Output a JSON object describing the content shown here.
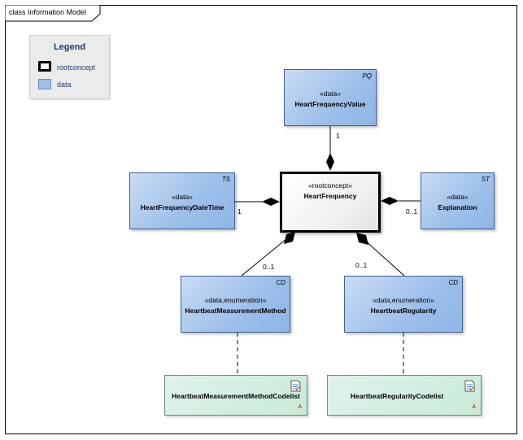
{
  "diagram": {
    "title": "class Information Model"
  },
  "legend": {
    "title": "Legend",
    "items": [
      {
        "label": "rootconcept",
        "style": "rootconcept"
      },
      {
        "label": "data",
        "style": "data"
      }
    ]
  },
  "classes": {
    "value": {
      "stereotype": "«data»",
      "name": "HeartFrequencyValue",
      "datatype": "PQ"
    },
    "datetime": {
      "stereotype": "«data»",
      "name": "HeartFrequencyDateTime",
      "datatype": "TS"
    },
    "root": {
      "stereotype": "«rootconcept»",
      "name": "HeartFrequency"
    },
    "explanation": {
      "stereotype": "«data»",
      "name": "Explanation",
      "datatype": "ST"
    },
    "method": {
      "stereotype": "«data,enumeration»",
      "name": "HeartbeatMeasurementMethod",
      "datatype": "CD"
    },
    "regularity": {
      "stereotype": "«data,enumeration»",
      "name": "HeartbeatRegularity",
      "datatype": "CD"
    }
  },
  "codelists": {
    "method": {
      "name": "HeartbeatMeasurementMethodCodelist",
      "flag": "A"
    },
    "regularity": {
      "name": "HeartbeatRegularityCodelist",
      "flag": "A"
    }
  },
  "multiplicities": {
    "value": "1",
    "datetime": "1",
    "explanation": "0..1",
    "method": "0..1",
    "regularity": "0..1"
  },
  "colors": {
    "data_fill": "#9cbfea",
    "data_border": "#3f6294",
    "codelist_fill": "#c9ead9",
    "legend_title": "#1f3b6e"
  }
}
